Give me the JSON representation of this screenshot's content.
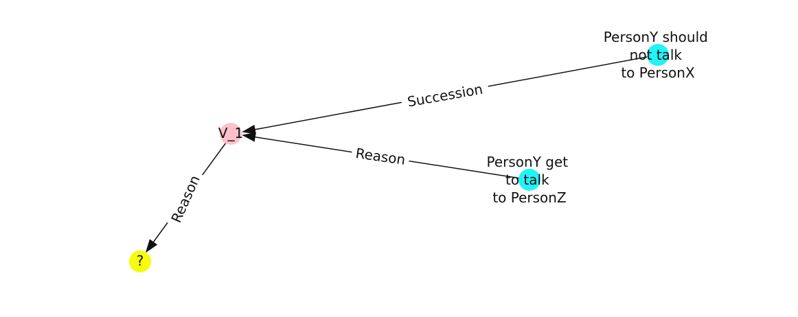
{
  "colors": {
    "pink": "#ffc0cb",
    "cyan": "#22f3f6",
    "yellow": "#f7fb0c",
    "edge": "#111111",
    "background": "#ffffff"
  },
  "nodes": {
    "v1": {
      "label": "V_1",
      "color": "pink"
    },
    "q": {
      "label": "?",
      "color": "yellow"
    },
    "py_x": {
      "lines": [
        "PersonY should",
        "not talk",
        "to PersonX"
      ],
      "color": "cyan"
    },
    "py_z": {
      "lines": [
        "PersonY get",
        "to talk",
        "to PersonZ"
      ],
      "color": "cyan"
    }
  },
  "edges": [
    {
      "id": "succession",
      "from": "py_x",
      "to": "v1",
      "label": "Succession"
    },
    {
      "id": "reason-z",
      "from": "py_z",
      "to": "v1",
      "label": "Reason"
    },
    {
      "id": "reason-q",
      "from": "v1",
      "to": "q",
      "label": "Reason"
    }
  ]
}
